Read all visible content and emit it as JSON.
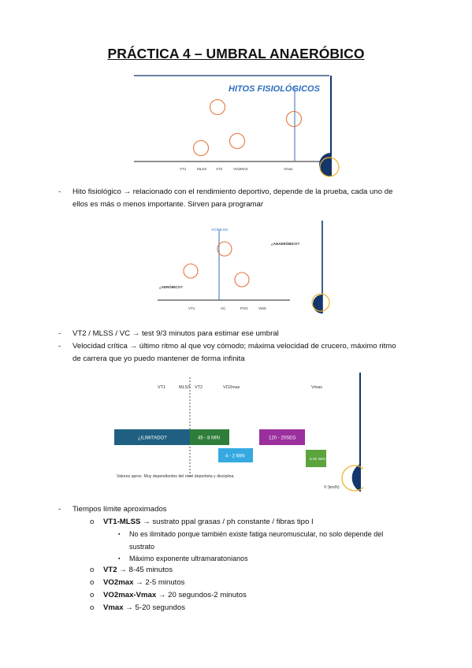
{
  "title": "PRÁCTICA 4 – UMBRAL ANAERÓBICO",
  "slide1": {
    "heading": "HITOS FISIOLÓGICOS",
    "labels": [
      "VT1",
      "MLSS",
      "VT2",
      "VO2MAX",
      "Vmax"
    ]
  },
  "bullet1": {
    "marker": "-",
    "lines": [
      "Hito fisiológico → relacionado con el rendimiento deportivo, depende de la prueba, cada uno de",
      "ellos es más o menos importante. Sirven para programar"
    ]
  },
  "slide2": {
    "top_label": "VC/MLSS",
    "right_label": "¿ANAERÓBICO?",
    "left_label": "¿AERÓBICO?",
    "labels": [
      "VT1",
      "VC",
      "PVO",
      "VMS"
    ]
  },
  "bullet2": {
    "marker": "-",
    "text": "VT2 / MLSS / VC → test 9/3 minutos para estimar ese umbral"
  },
  "bullet3": {
    "marker": "-",
    "lines": [
      "Velocidad crítica → último ritmo al que voy cómodo; máxima velocidad de crucero, máximo ritmo",
      "de carrera que yo puedo mantener de forma infinita"
    ]
  },
  "slide3": {
    "top_labels": [
      "VT1",
      "MLSS",
      "VT2",
      "VO2max",
      "Vmax"
    ],
    "bar_unlimited": "¿ILIMITADO?",
    "bar_45": "45 - 8 MIN",
    "bar_20s": "120 - 20SEG",
    "bar_2min": "4 - 2 MIN",
    "bar_5s": "5-20 SEG",
    "note": "Valores aprox. Muy dependientes del nivel deportista y disciplina",
    "axis": "V (km/h)"
  },
  "list": {
    "marker": "-",
    "heading": "Tiempos límite aproximados",
    "sub_marker": "o",
    "sq_marker": "▪",
    "item1_bold": "VT1-MLSS",
    "item1_text": " → sustrato ppal grasas / ph constante / fibras tipo I",
    "sub1_line1": "No es ilimitado porque también existe fatiga neuromuscular, no solo depende del",
    "sub1_line2": "sustrato",
    "sub2": "Máximo exponente ultramaratonianos",
    "item2_bold": "VT2",
    "item2_text": " → 8-45 minutos",
    "item3_bold": "VO2max",
    "item3_text": " → 2-5 minutos",
    "item4_bold": "VO2max-Vmax",
    "item4_text": " → 20 segundos-2 minutos",
    "item5_bold": "Vmax",
    "item5_text": " → 5-20 segundos"
  },
  "colors": {
    "navy": "#14366b",
    "blue_line": "#2f6fbf",
    "orange": "#e8743c",
    "gold": "#f0b429",
    "teal": "#1f5f82",
    "green": "#2f7d3b",
    "sky": "#36a9e1",
    "purple": "#9b2f9d",
    "lime": "#5aa33d"
  }
}
